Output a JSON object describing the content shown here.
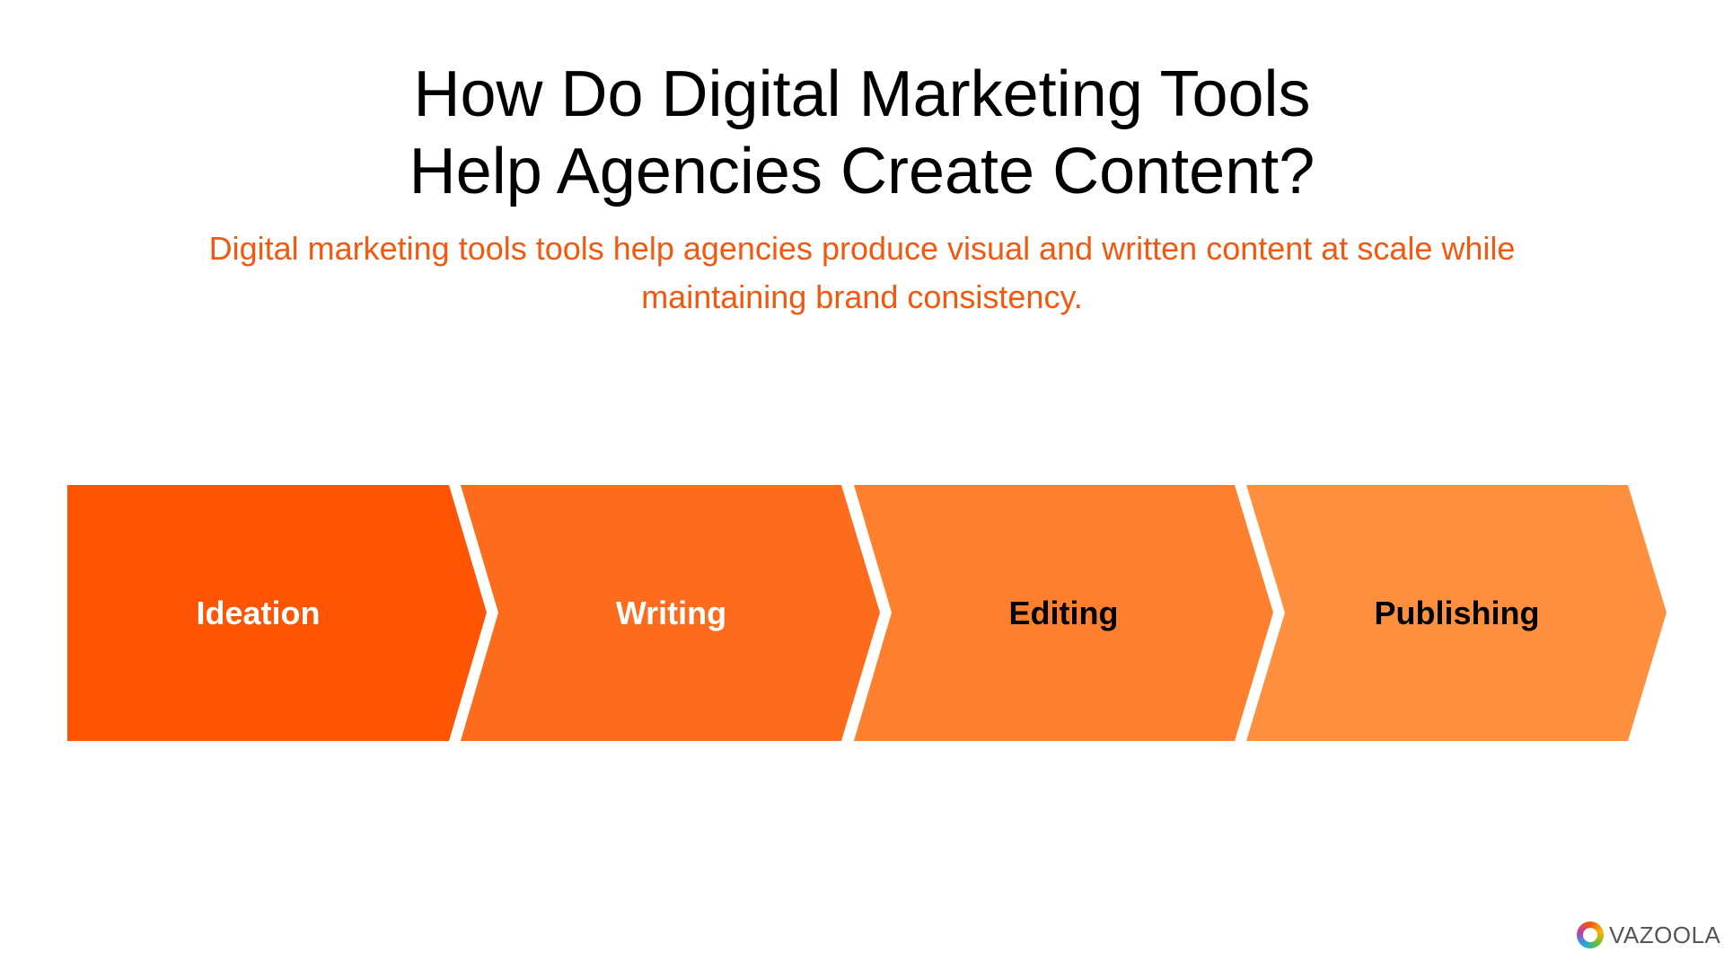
{
  "title": {
    "line1": "How Do Digital Marketing Tools",
    "line2": "Help Agencies Create Content?"
  },
  "subtitle": {
    "line1": "Digital marketing tools tools help agencies produce visual and written content at scale while",
    "line2": "maintaining brand consistency."
  },
  "steps": [
    {
      "label": "Ideation",
      "fill": "#fe5504",
      "text_color": "#ffffff"
    },
    {
      "label": "Writing",
      "fill": "#fd6b1d",
      "text_color": "#ffffff"
    },
    {
      "label": "Editing",
      "fill": "#fe7f2e",
      "text_color": "#000000"
    },
    {
      "label": "Publishing",
      "fill": "#fe8f3f",
      "text_color": "#000000"
    }
  ],
  "logo": {
    "text": "VAZOOLA"
  }
}
